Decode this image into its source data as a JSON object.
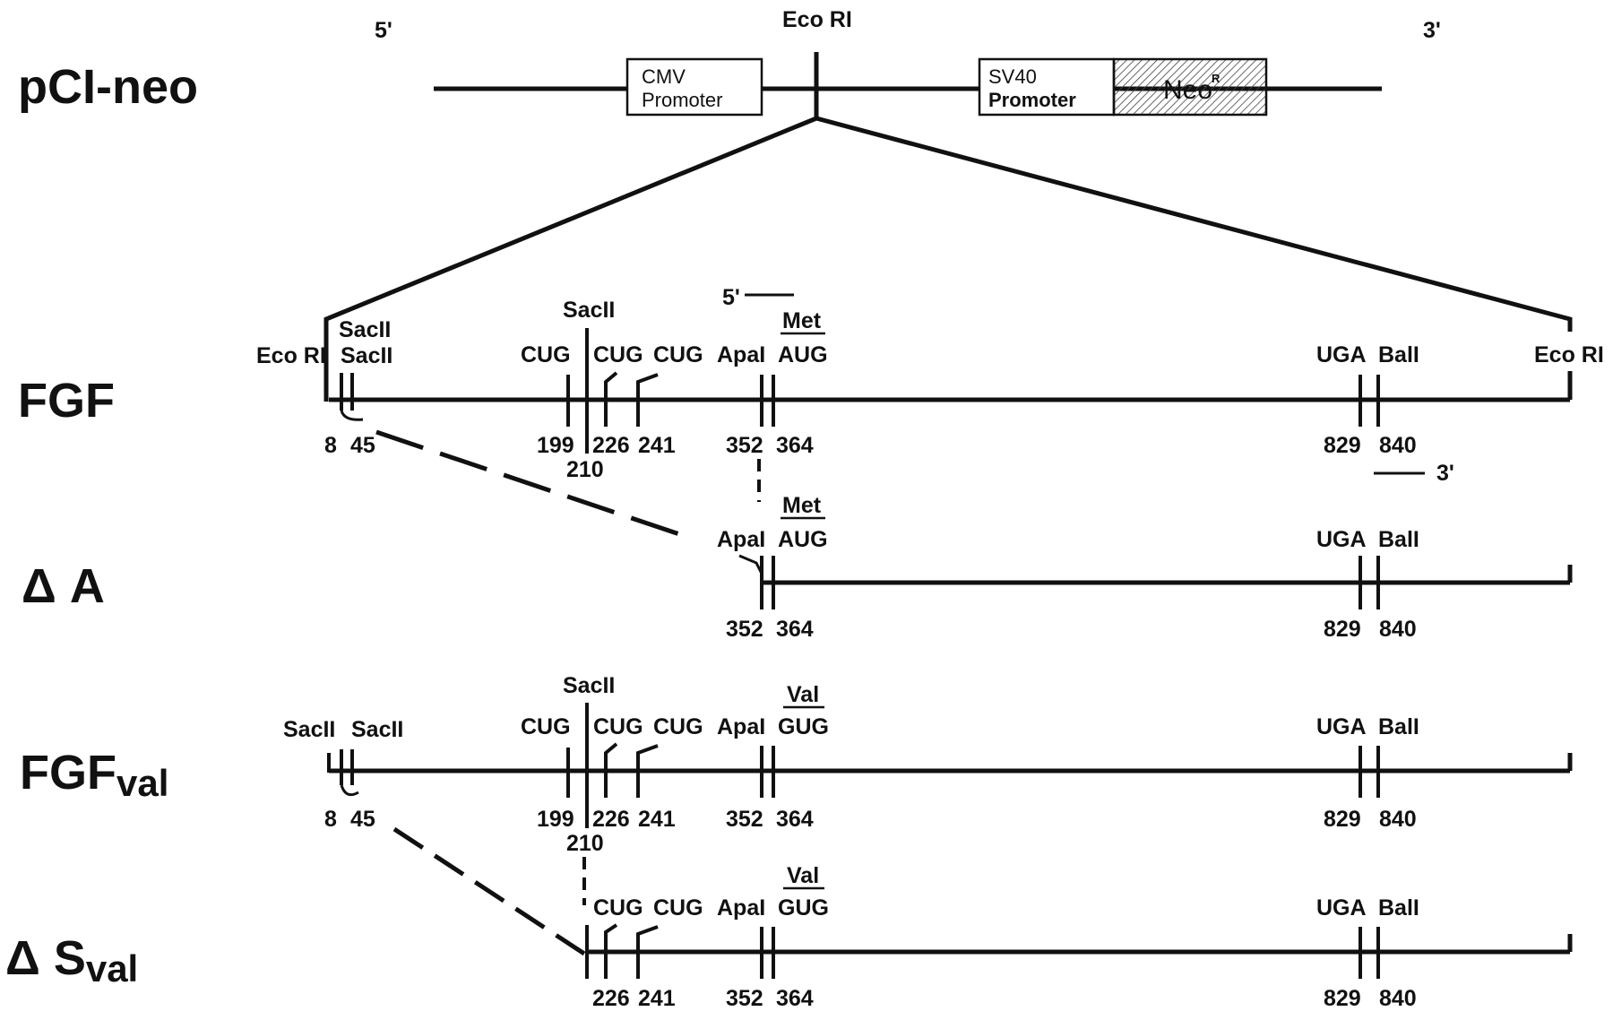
{
  "plasmid": {
    "name": "pCI-neo",
    "end5": "5'",
    "end3": "3'",
    "eco_site": "Eco RI",
    "cmv": [
      "CMV",
      "Promoter"
    ],
    "sv40": [
      "SV40",
      "Promoter"
    ],
    "neo": "Neo",
    "neo_sup": "R"
  },
  "fgf": {
    "title": "FGF",
    "eco_left": "Eco RI",
    "eco_right": "Eco RI",
    "sacii_a": "SacII",
    "sacii_b": "SacII",
    "sacii_mid": "SacII",
    "cug1": "CUG",
    "cug2": "CUG",
    "cug3": "CUG",
    "apai": "ApaI",
    "met": "Met",
    "aug": "AUG",
    "uga": "UGA",
    "bali": "BalI",
    "primer5": "5'",
    "primer3": "3'",
    "n8": "8",
    "n45": "45",
    "n199": "199",
    "n210": "210",
    "n226": "226",
    "n241": "241",
    "n352": "352",
    "n364": "364",
    "n829": "829",
    "n840": "840"
  },
  "delta_a": {
    "title": "Δ A",
    "apai": "ApaI",
    "met": "Met",
    "aug": "AUG",
    "uga": "UGA",
    "bali": "BalI",
    "n352": "352",
    "n364": "364",
    "n829": "829",
    "n840": "840"
  },
  "fgf_val": {
    "title": "FGF",
    "title_sub": "val",
    "sacii_a": "SacII",
    "sacii_b": "SacII",
    "sacii_mid": "SacII",
    "cug1": "CUG",
    "cug2": "CUG",
    "cug3": "CUG",
    "apai": "ApaI",
    "val": "Val",
    "gug": "GUG",
    "uga": "UGA",
    "bali": "BalI",
    "n8": "8",
    "n45": "45",
    "n199": "199",
    "n210": "210",
    "n226": "226",
    "n241": "241",
    "n352": "352",
    "n364": "364",
    "n829": "829",
    "n840": "840"
  },
  "delta_s_val": {
    "title": "Δ S",
    "title_sub": "val",
    "cug2": "CUG",
    "cug3": "CUG",
    "apai": "ApaI",
    "val": "Val",
    "gug": "GUG",
    "uga": "UGA",
    "bali": "BalI",
    "n226": "226",
    "n241": "241",
    "n352": "352",
    "n364": "364",
    "n829": "829",
    "n840": "840"
  }
}
